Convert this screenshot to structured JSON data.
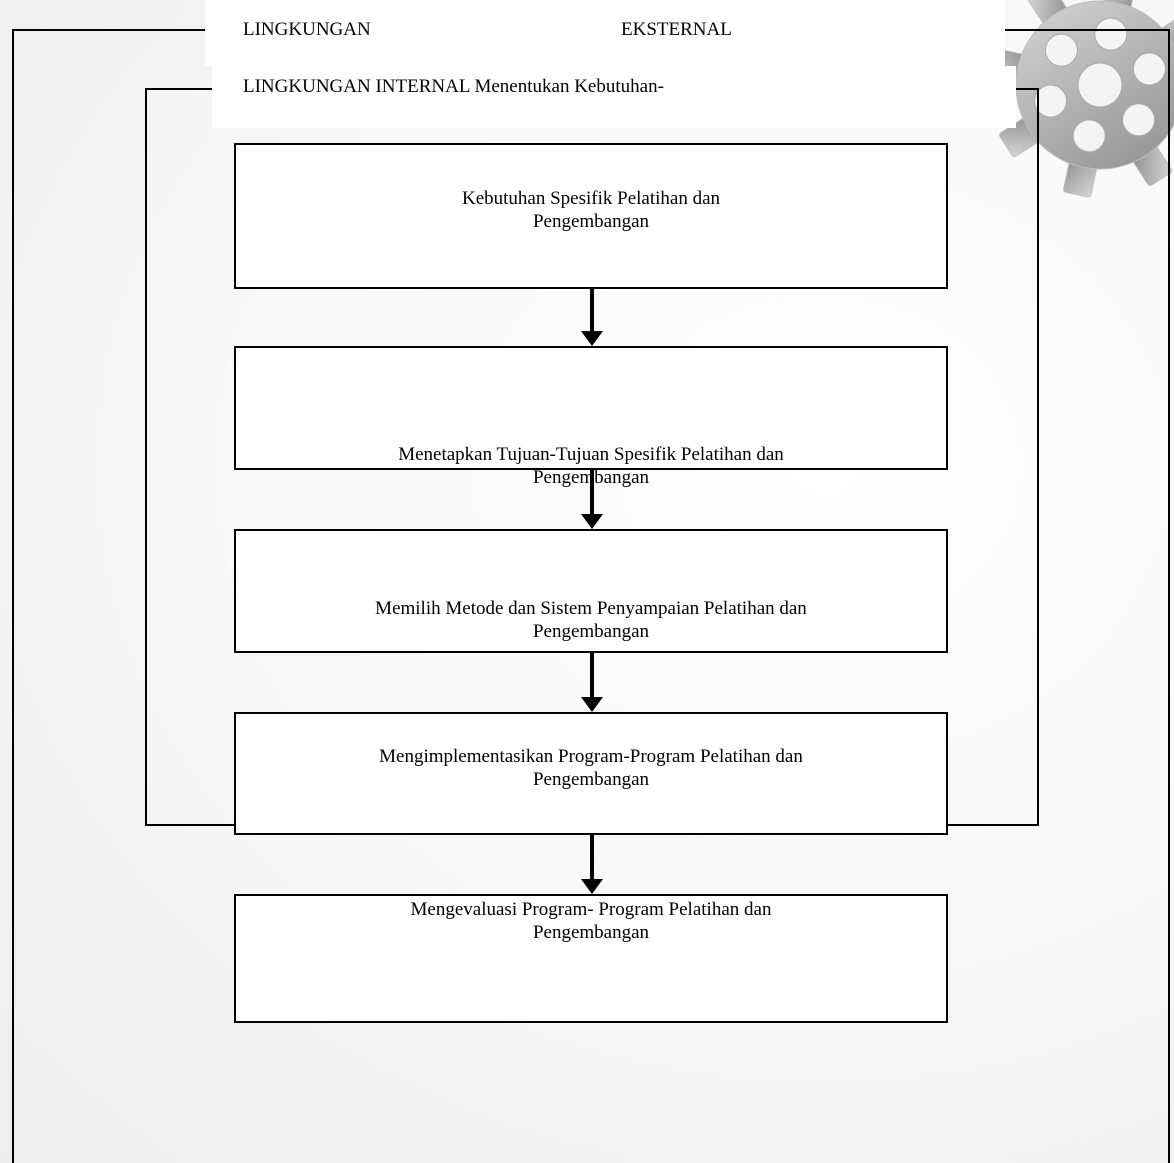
{
  "header": {
    "external_left": "LINGKUNGAN",
    "external_right": "EKSTERNAL",
    "internal": "LINGKUNGAN INTERNAL Menentukan Kebutuhan-"
  },
  "steps": [
    {
      "line1": "Kebutuhan Spesifik Pelatihan dan",
      "line2": "Pengembangan"
    },
    {
      "line1": "Menetapkan Tujuan-Tujuan Spesifik Pelatihan dan",
      "line2": "Pengembangan"
    },
    {
      "line1": "Memilih Metode dan Sistem Penyampaian Pelatihan dan",
      "line2": "Pengembangan"
    },
    {
      "line1": "Mengimplementasikan Program-Program Pelatihan dan",
      "line2": "Pengembangan"
    },
    {
      "line1": "Mengevaluasi Program- Program Pelatihan dan",
      "line2": "Pengembangan"
    }
  ],
  "icons": {
    "decoration": "gear-icon"
  },
  "colors": {
    "line": "#000000",
    "gear": "#9a9a9a"
  }
}
